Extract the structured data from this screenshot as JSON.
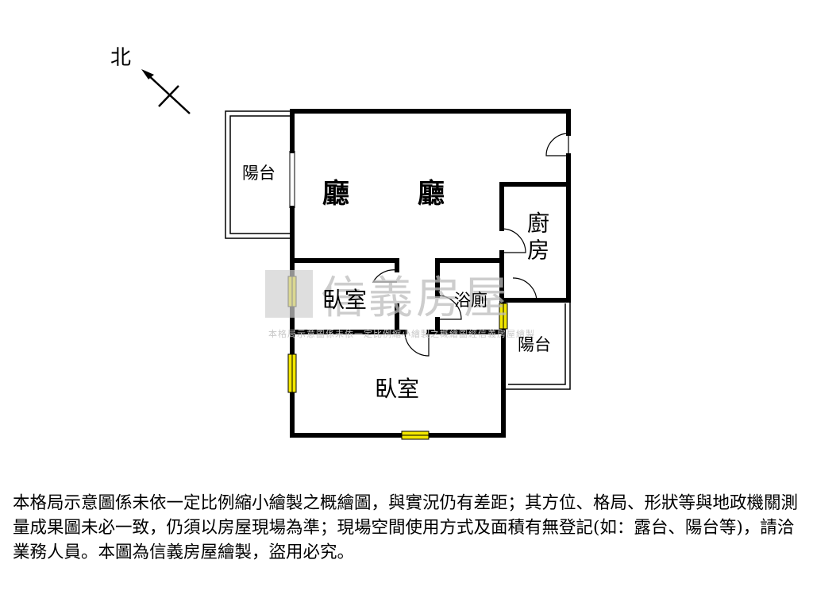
{
  "compass": {
    "north_label": "北"
  },
  "rooms": {
    "living_1": "廳",
    "living_2": "廳",
    "balcony_left": "陽台",
    "kitchen": "廚房",
    "bedroom_small": "臥室",
    "bathroom": "浴廁",
    "balcony_right": "陽台",
    "bedroom_large": "臥室"
  },
  "watermark": {
    "brand": "信義房屋",
    "subtext": "本格局示意圖係未依一定比例縮小繪製之概繪圖經信義房屋繪製"
  },
  "disclaimer": "本格局示意圖係未依一定比例縮小繪製之概繪圖，與實況仍有差距；其方位、格局、形狀等與地政機關測量成果圖未必一致，仍須以房屋現場為準；現場空間使用方式及面積有無登記(如：露台、陽台等)，請洽業務人員。本圖為信義房屋繪製，盜用必究。",
  "colors": {
    "wall": "#000000",
    "window_fill": "#f2e600",
    "watermark": "#bdbdbd"
  }
}
